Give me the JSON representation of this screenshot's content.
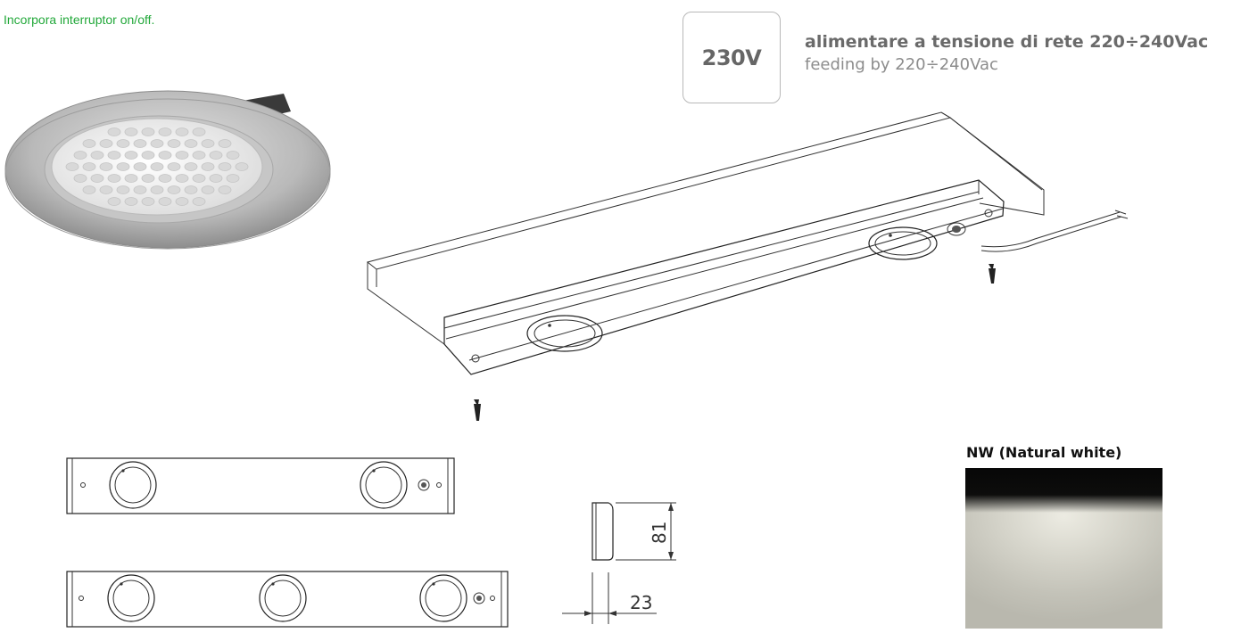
{
  "note": "Incorpora interruptor on/off.",
  "voltage_badge": {
    "label": "230V"
  },
  "feeding": {
    "title": "alimentare a tensione di rete 220÷240Vac",
    "subtitle": "feeding by 220÷240Vac"
  },
  "dimensions": {
    "height": "81",
    "depth": "23"
  },
  "light_color": {
    "title": "NW (Natural white)",
    "accent": "#d6d5cb"
  },
  "colors": {
    "note_text": "#22a83a"
  }
}
